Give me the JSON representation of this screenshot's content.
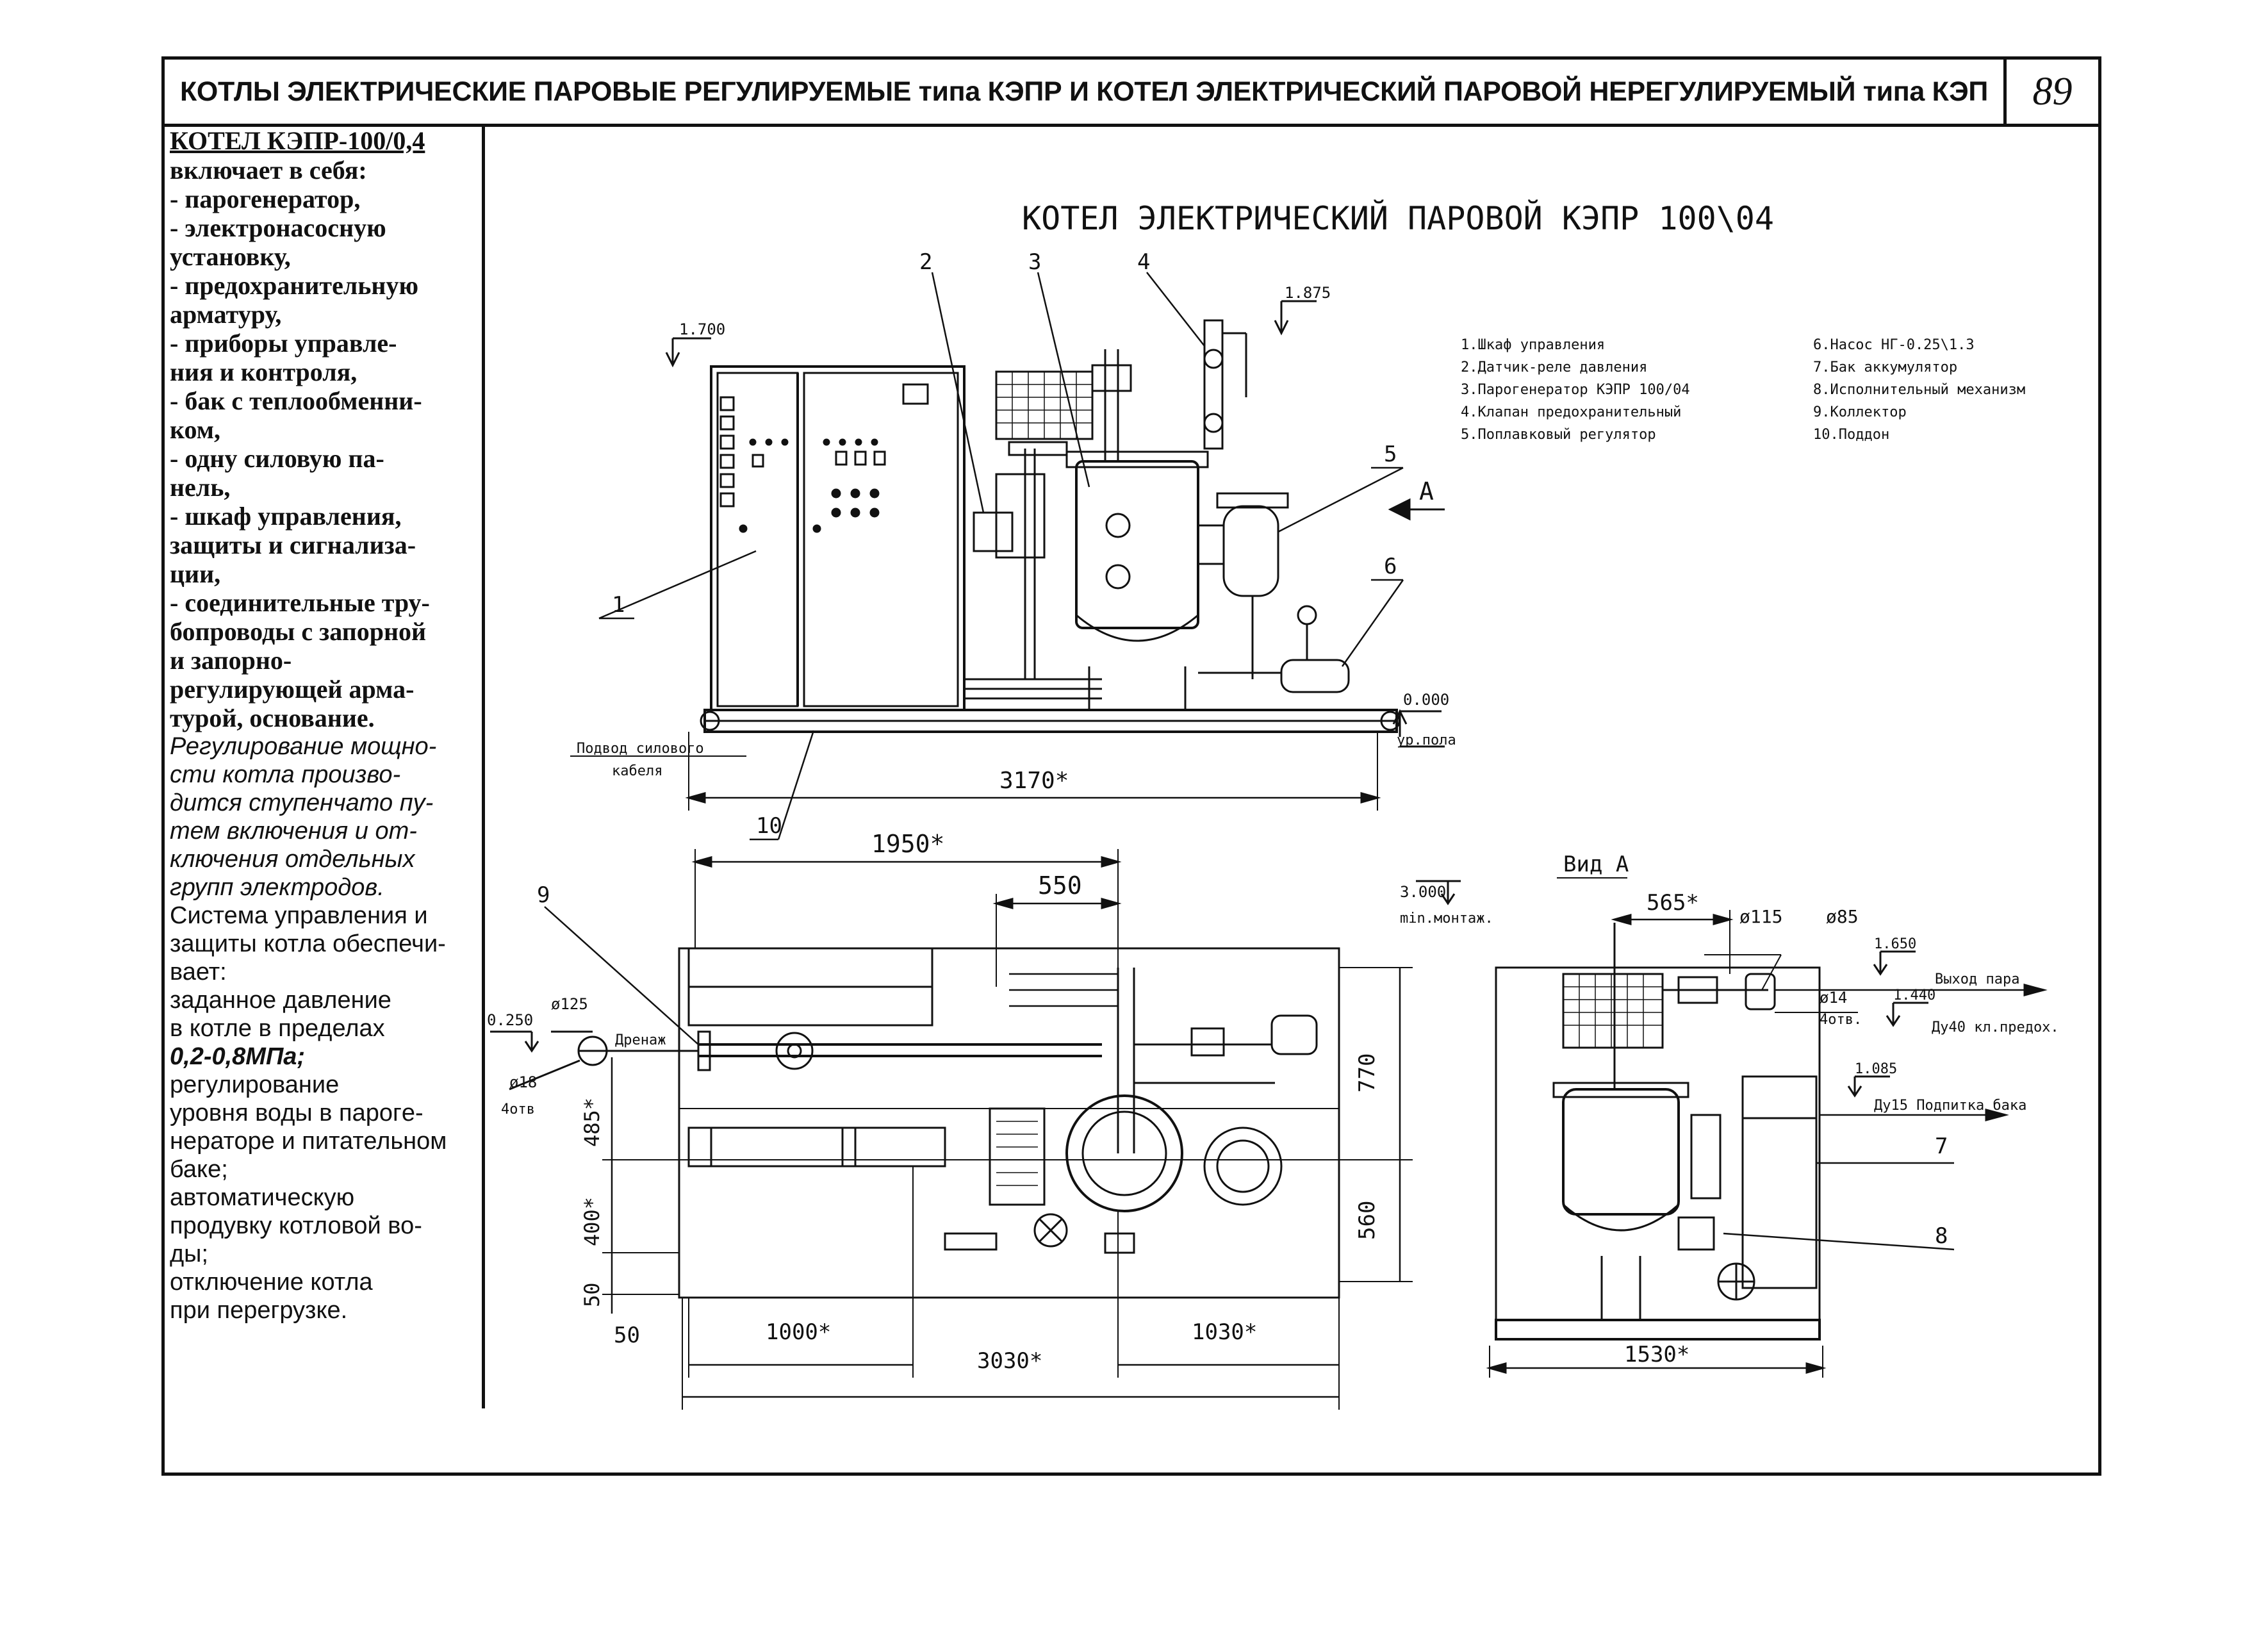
{
  "header": {
    "title": "КОТЛЫ ЭЛЕКТРИЧЕСКИЕ ПАРОВЫЕ РЕГУЛИРУЕМЫЕ типа КЭПР И КОТЕЛ ЭЛЕКТРИЧЕСКИЙ ПАРОВОЙ НЕРЕГУЛИРУЕМЫЙ типа КЭП",
    "page_number": "89"
  },
  "left_panel": {
    "title": "КОТЕЛ КЭПР-100/0,4",
    "lines": [
      "включает в себя:",
      " - парогенератор,",
      " - электронасосную",
      "  установку,",
      " - предохранительную",
      "арматуру,",
      " - приборы управле-",
      "ния и контроля,",
      " - бак с теплообменни-",
      "ком,",
      " - одну силовую па-",
      "нель,",
      " - шкаф управления,",
      "защиты и сигнализа-",
      "ции,",
      " - соединительные тру-",
      "бопроводы с запорной",
      "и запорно-",
      "регулирующей арма-",
      "турой, основание."
    ],
    "italic_lines": [
      " Регулирование мощно-",
      "сти котла произво-",
      "дится ступенчато пу-",
      "тем включения и от-",
      "ключения отдельных",
      "групп электродов."
    ],
    "control_lines": [
      "  Система управления и",
      "защиты котла обеспечи-",
      "вает:"
    ],
    "features": [
      {
        "indent": "        заданное давление",
        "cont": [
          "в котле в пределах"
        ],
        "bold_italic": "0,2-0,8МПа;"
      },
      {
        "indent": "        регулирование",
        "cont": [
          "уровня воды в парогe-",
          "нераторе и питательном",
          "баке;"
        ]
      },
      {
        "indent": "        автоматическую",
        "cont": [
          "продувку котловой во-",
          "ды;"
        ]
      },
      {
        "indent": "        отключение котла",
        "cont": [
          "при перегрузке."
        ]
      }
    ]
  },
  "drawing": {
    "title": "КОТЕЛ ЭЛЕКТРИЧЕСКИЙ ПАРОВОЙ КЭПР 100\\04",
    "legend_left": [
      "1.Шкаф управления",
      "2.Датчик-реле давления",
      "3.Парогенератор КЭПР 100/04",
      "4.Клапан предохранительный",
      "5.Поплавковый регулятор"
    ],
    "legend_right": [
      "6.Насос НГ-0.25\\1.3",
      "7.Бак аккумулятор",
      "8.Исполнительный механизм",
      "9.Коллектор",
      "10.Поддон"
    ],
    "callouts": [
      "1",
      "2",
      "3",
      "4",
      "5",
      "6",
      "7",
      "8",
      "9",
      "10"
    ],
    "view_label": "А",
    "view_a_title": "Вид А",
    "front_dims": {
      "overall_length": "3170*",
      "level_1700": "1.700",
      "level_1875": "1.875",
      "level_0000": "0.000",
      "floor_label": "ур.пола",
      "power_feed_1": "Подвод силового",
      "power_feed_2": "кабеля"
    },
    "plan_dims": {
      "d1950": "1950*",
      "d550": "550",
      "d770": "770",
      "d560": "560",
      "d485": "485*",
      "d400": "400*",
      "d50a": "50",
      "d50b": "50",
      "d1000": "1000*",
      "d1030": "1030*",
      "d3030": "3030*",
      "level_0250": "0.250",
      "phi125": "ø125",
      "phi18": "ø18",
      "holes4": "4отв",
      "drain": "Дренаж"
    },
    "side_dims": {
      "level_3000": "3.000",
      "mounting": "min.монтаж.",
      "d565": "565*",
      "phi115": "ø115",
      "phi85": "ø85",
      "level_1650": "1.650",
      "steam_out": "Выход пара",
      "phi14": "ø14",
      "holes4": "4отв.",
      "level_1440": "1.440",
      "relief": "Ду40 кл.предох.",
      "level_1085": "1.085",
      "tank_feed": "Ду15 Подпитка бака",
      "d1530": "1530*"
    }
  }
}
